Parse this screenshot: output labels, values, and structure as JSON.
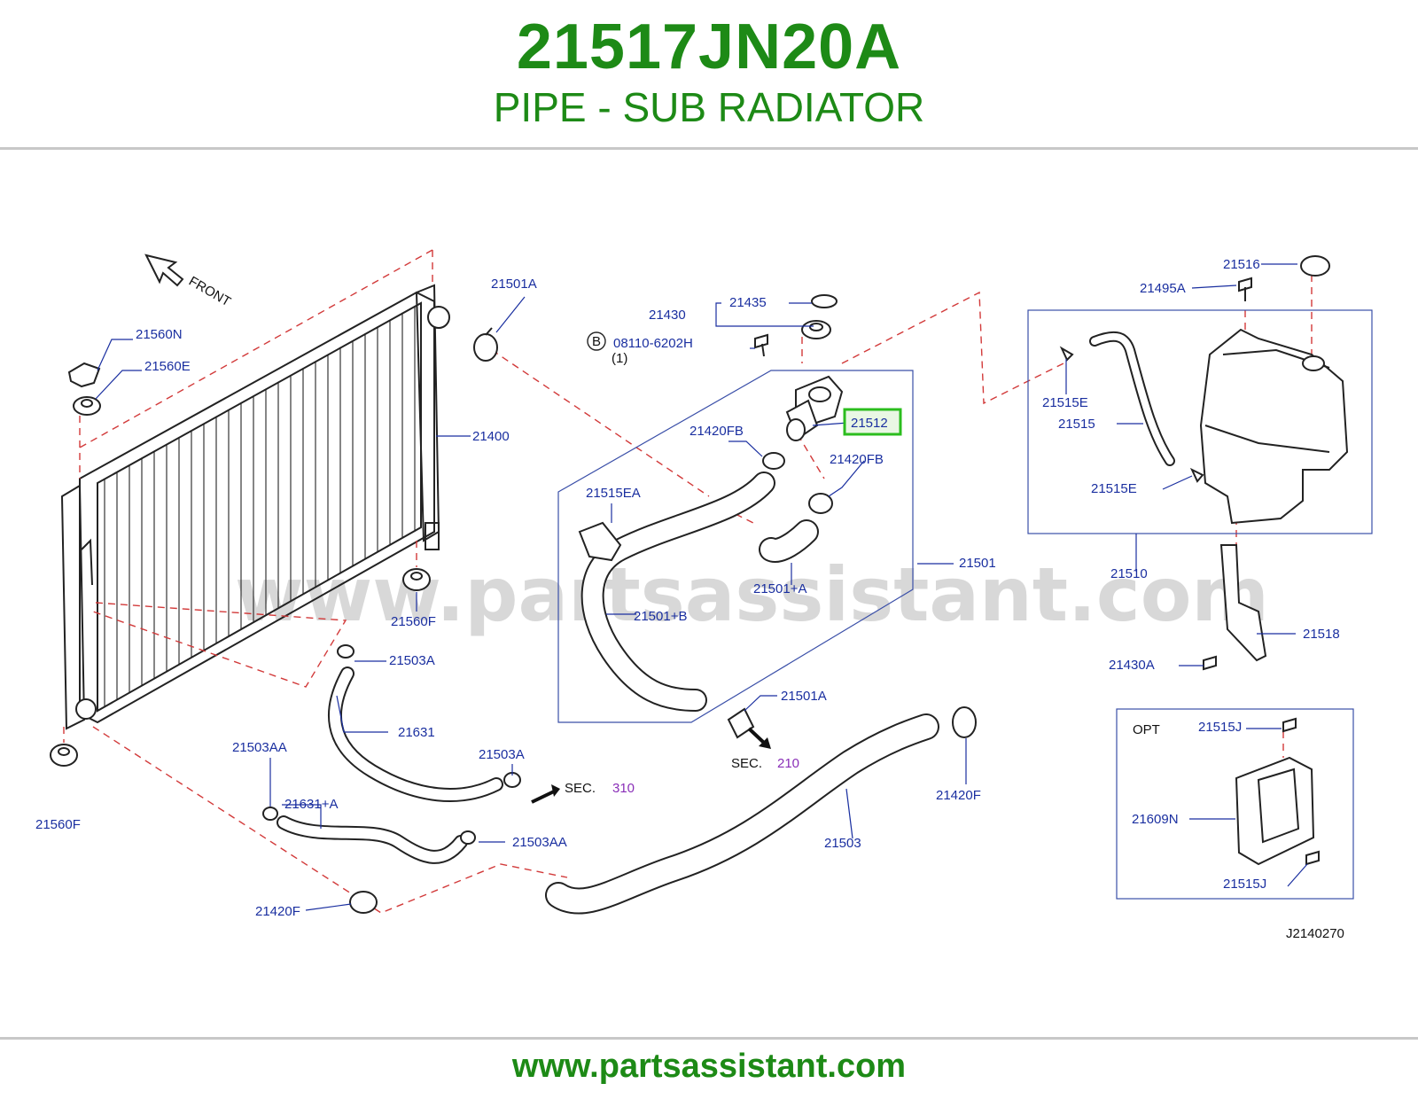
{
  "header": {
    "part_number": "21517JN20A",
    "part_name": "PIPE - SUB RADIATOR"
  },
  "footer": {
    "url": "www.partsassistant.com"
  },
  "diagram": {
    "watermark": "www.partsassistant.com",
    "front_label": "FRONT",
    "drawing_code": "J2140270",
    "opt_label": "OPT",
    "bolt_circle": "B",
    "bolt_qty": "(1)",
    "sec_label": "SEC.",
    "sec_310": "310",
    "sec_210": "210",
    "highlighted_part": "21512",
    "labels": {
      "p21501A_top": "21501A",
      "p21560N": "21560N",
      "p21560E": "21560E",
      "p21400": "21400",
      "p21560F_right": "21560F",
      "p21560F_left": "21560F",
      "p21503A_top": "21503A",
      "p21631": "21631",
      "p21503AA_left": "21503AA",
      "p21631A": "21631+A",
      "p21503A_mid": "21503A",
      "p21503AA_mid": "21503AA",
      "p21420F_bottom": "21420F",
      "p21430": "21430",
      "p21435": "21435",
      "p08110": "08110-6202H",
      "p21420FB_left": "21420FB",
      "p21420FB_right": "21420FB",
      "p21515EA": "21515EA",
      "p21501": "21501",
      "p21501A_plus": "21501+A",
      "p21501B": "21501+B",
      "p21501A_low": "21501A",
      "p21503": "21503",
      "p21420F_right": "21420F",
      "p21516": "21516",
      "p21495A": "21495A",
      "p21515E_top": "21515E",
      "p21515": "21515",
      "p21515E_low": "21515E",
      "p21510": "21510",
      "p21518": "21518",
      "p21430A": "21430A",
      "p21515J_top": "21515J",
      "p21609N": "21609N",
      "p21515J_low": "21515J"
    }
  }
}
